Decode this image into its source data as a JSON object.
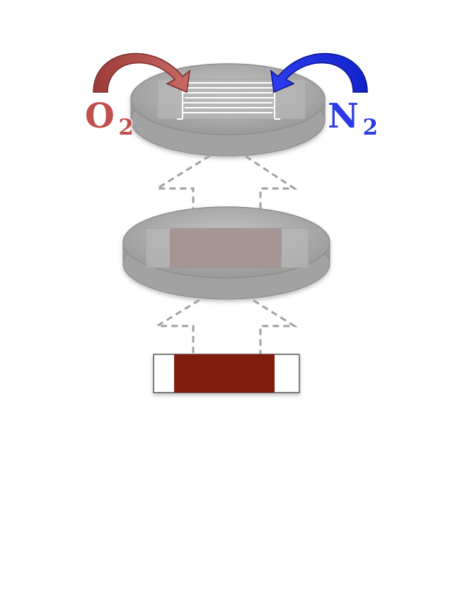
{
  "labels": {
    "left_gas": {
      "element": "O",
      "subscript": "2"
    },
    "right_gas": {
      "element": "N",
      "subscript": "2"
    }
  },
  "colors": {
    "background": "#ffffff",
    "oxygen_red": "#c0504d",
    "oxygen_red_dark": "#7a2a28",
    "nitrogen_blue": "#1f2fe0",
    "nitrogen_blue_dark": "#0a1590",
    "dish_gray": "#a9a9a9",
    "dish_dark": "#8c8c8c",
    "film_brown": "#7f1a0b",
    "film_mauve": "#a59494",
    "dashed_line": "#9e9e9e",
    "electrode_white": "#ffffff"
  },
  "elements": {
    "top_dish": "petri-dish-with-interdigitated-electrode",
    "middle_dish": "petri-dish-with-film-sample",
    "bottom_strip": "substrate-slide-with-film"
  }
}
